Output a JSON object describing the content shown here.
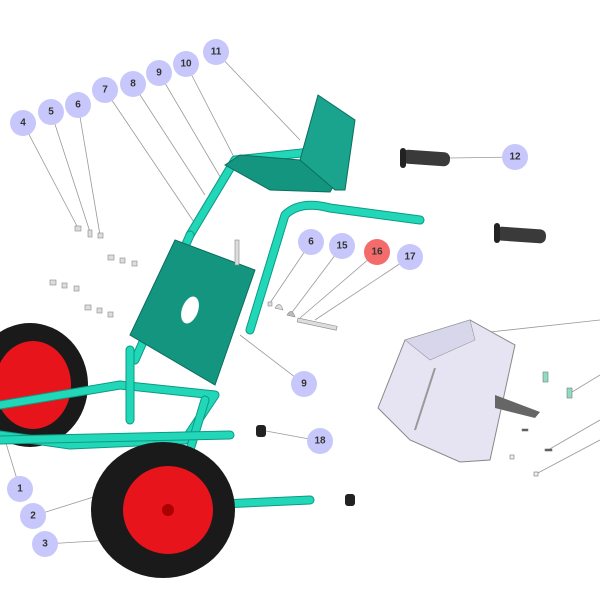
{
  "diagram": {
    "callouts": [
      {
        "label": "4"
      },
      {
        "label": "5"
      },
      {
        "label": "6"
      },
      {
        "label": "7"
      },
      {
        "label": "8"
      },
      {
        "label": "9"
      },
      {
        "label": "10"
      },
      {
        "label": "11"
      },
      {
        "label": "12"
      },
      {
        "label": "6"
      },
      {
        "label": "15"
      },
      {
        "label": "16"
      },
      {
        "label": "17"
      },
      {
        "label": "9"
      },
      {
        "label": "18"
      },
      {
        "label": "1"
      },
      {
        "label": "2"
      },
      {
        "label": "3"
      }
    ],
    "selected_callout": "16",
    "colors": {
      "callout": "#c7c7fb",
      "selected": "#f36b6b",
      "frame": "#22d6b8",
      "plate": "#13957f",
      "hub": "#e8141b",
      "tire": "#1a1a1a"
    }
  }
}
